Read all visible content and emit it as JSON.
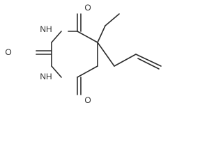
{
  "molecule": {
    "atoms": {
      "oxygen_top": "O",
      "oxygen_left": "O",
      "oxygen_bottom": "O",
      "nh_top": "NH",
      "nh_bottom": "NH"
    },
    "colors": {
      "ink": "#2b2b2b",
      "background": "#ffffff"
    }
  }
}
